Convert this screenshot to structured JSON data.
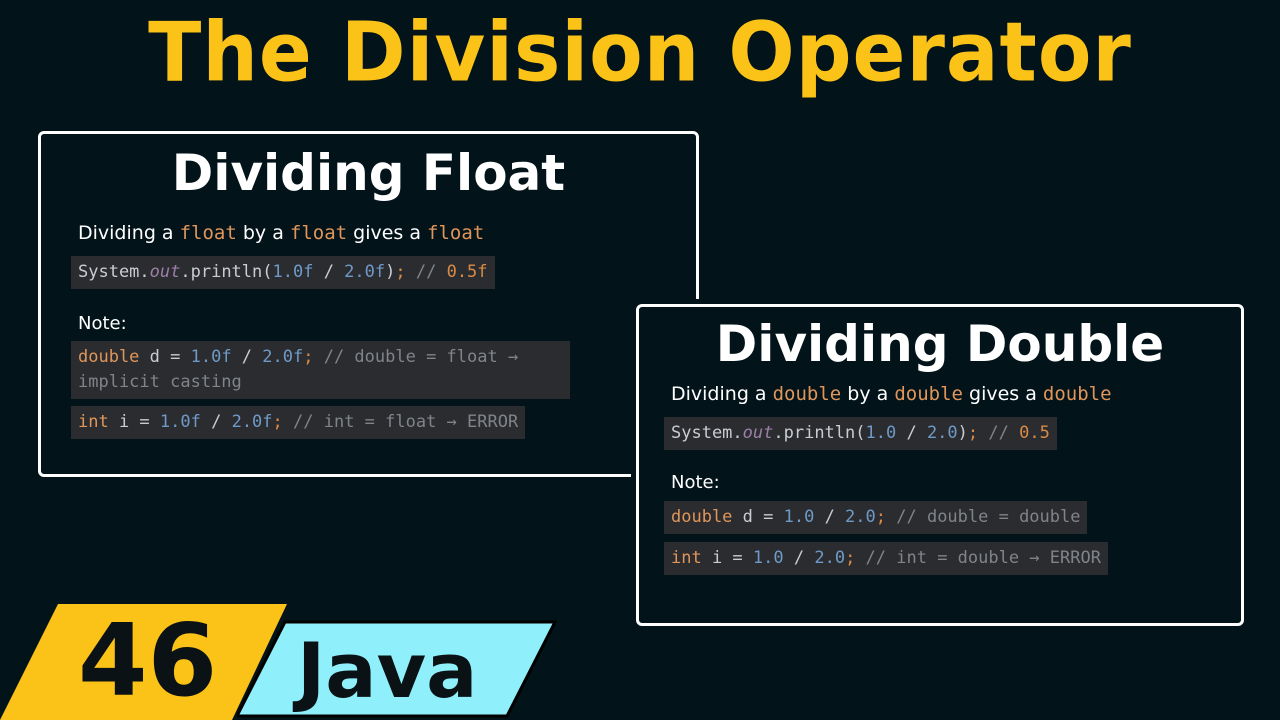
{
  "header": {
    "title": "The Division Operator"
  },
  "cards": [
    {
      "title": "Dividing Float",
      "description": {
        "pre": "Dividing a ",
        "t1": "float",
        "mid1": " by a ",
        "t2": "float",
        "mid2": " gives a ",
        "t3": "float"
      },
      "example": {
        "a": "System.",
        "b": "out",
        "c": ".println(",
        "n1": "1.0f",
        "op": " / ",
        "n2": "2.0f",
        "close": ")",
        "semi": ";",
        "cmt": " // ",
        "result": "0.5f"
      },
      "note_label": "Note:",
      "notes": [
        {
          "type": "double",
          "rest": " d = ",
          "n1": "1.0f",
          "op": " / ",
          "n2": "2.0f",
          "semi": ";",
          "comment": " // double = float → implicit casting"
        },
        {
          "type": "int",
          "rest": " i = ",
          "n1": "1.0f",
          "op": " / ",
          "n2": "2.0f",
          "semi": ";",
          "comment": " // int = float → ERROR"
        }
      ]
    },
    {
      "title": "Dividing Double",
      "description": {
        "pre": "Dividing a ",
        "t1": "double",
        "mid1": " by a ",
        "t2": "double",
        "mid2": " gives a ",
        "t3": "double"
      },
      "example": {
        "a": "System.",
        "b": "out",
        "c": ".println(",
        "n1": "1.0",
        "op": " / ",
        "n2": "2.0",
        "close": ")",
        "semi": ";",
        "cmt": " // ",
        "result": "0.5"
      },
      "note_label": "Note:",
      "notes": [
        {
          "type": "double",
          "rest": " d = ",
          "n1": "1.0",
          "op": " / ",
          "n2": "2.0",
          "semi": ";",
          "comment": " // double = double"
        },
        {
          "type": "int",
          "rest": " i = ",
          "n1": "1.0",
          "op": " / ",
          "n2": "2.0",
          "semi": ";",
          "comment": " // int = double → ERROR"
        }
      ]
    }
  ],
  "footer": {
    "episode_number": "46",
    "language": "Java",
    "colors": {
      "number_bg": "#fbc217",
      "language_bg": "#8ff0fb"
    }
  },
  "colors": {
    "background": "#02131a",
    "title": "#fbc217",
    "keyword": "#e0965a",
    "number": "#6f9ac8",
    "comment": "#808489"
  }
}
